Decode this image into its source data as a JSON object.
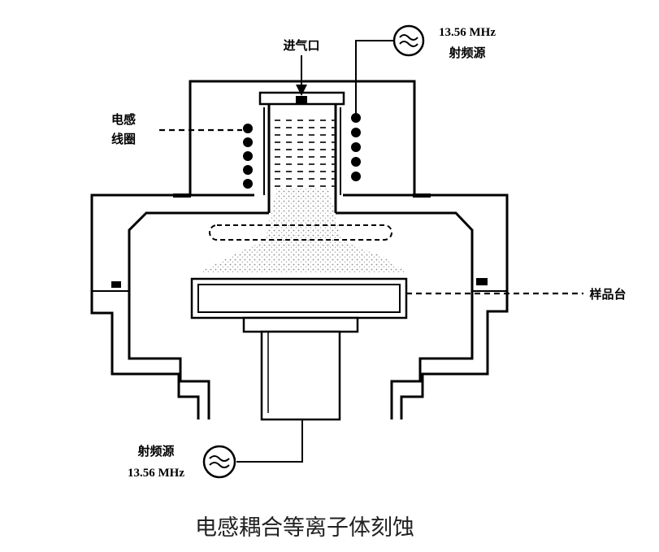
{
  "labels": {
    "gas_inlet": "进气口",
    "coil_line1": "电感",
    "coil_line2": "线圈",
    "rf_top_freq": "13.56 MHz",
    "rf_top_name": "射频源",
    "sample_stage": "样品台",
    "rf_bottom_name": "射频源",
    "rf_bottom_freq": "13.56 MHz"
  },
  "caption": "电感耦合等离子体刻蚀",
  "icons": {
    "rf_source": "ac-wave-circle-icon",
    "gas_inlet": "down-arrow-icon",
    "coil": "coil-turn-icon"
  },
  "colors": {
    "line": "#000000",
    "plasma": "#9a9a9a",
    "background": "#ffffff"
  }
}
